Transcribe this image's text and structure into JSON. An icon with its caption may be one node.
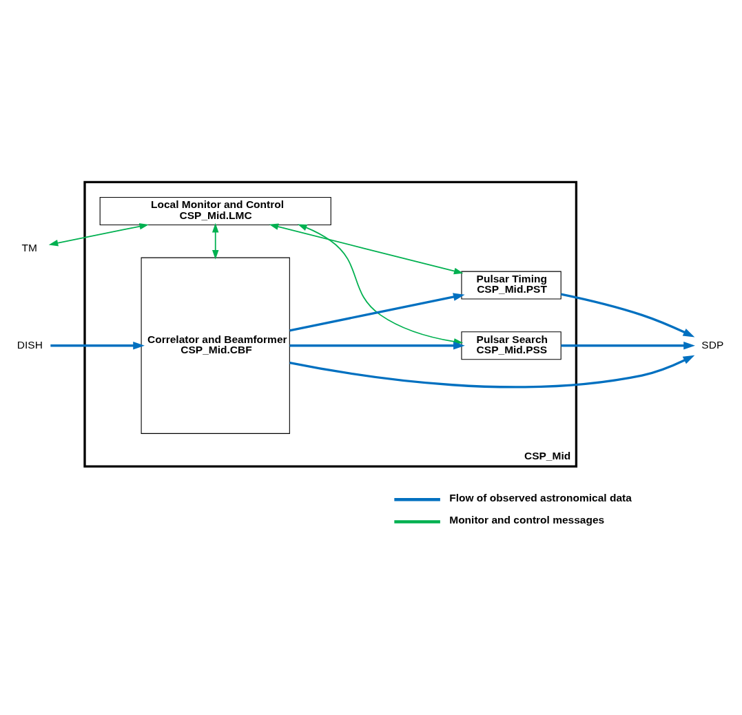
{
  "diagram": {
    "nodes": [
      {
        "text": [
          "CSP_Mid"
        ]
      },
      {
        "text": [
          "Local Monitor and Control",
          "CSP_Mid.LMC"
        ],
        "in": 0
      },
      {
        "text": [
          "Correlator and Beamformer",
          "CSP_Mid.CBF"
        ],
        "in": 0
      },
      {
        "text": [
          "Pulsar Search",
          "CSP_Mid.PSS"
        ],
        "in": 0
      },
      {
        "text": [
          "Pulsar Timing",
          "CSP_Mid.PST"
        ],
        "in": 0
      },
      {
        "text": [
          "TM"
        ]
      },
      {
        "text": [
          "DISH"
        ]
      },
      {
        "text": [
          "SDP"
        ]
      }
    ],
    "edges": [
      {
        "from": 5,
        "to": 1,
        "arrow": "both",
        "color": "#00b050"
      },
      {
        "from": 1,
        "to": 2,
        "arrow": "both",
        "color": "#00b050"
      },
      {
        "from": 1,
        "to": 4,
        "arrow": "both",
        "color": "#00b050"
      },
      {
        "from": 1,
        "to": 3,
        "arrow": "both",
        "color": "#00b050"
      },
      {
        "from": 6,
        "to": 2,
        "arrow": "to"
      },
      {
        "from": 2,
        "to": 3,
        "arrow": "to"
      },
      {
        "from": 2,
        "to": 4,
        "arrow": "to"
      },
      {
        "from": 3,
        "to": 7,
        "arrow": "to"
      },
      {
        "from": 4,
        "to": 7,
        "arrow": "to"
      },
      {
        "from": 2,
        "to": 7,
        "arrow": "to"
      }
    ],
    "legend": [
      {
        "text": "Flow of observed astronomical data"
      },
      {
        "text": "Monitor and control messages"
      }
    ]
  }
}
